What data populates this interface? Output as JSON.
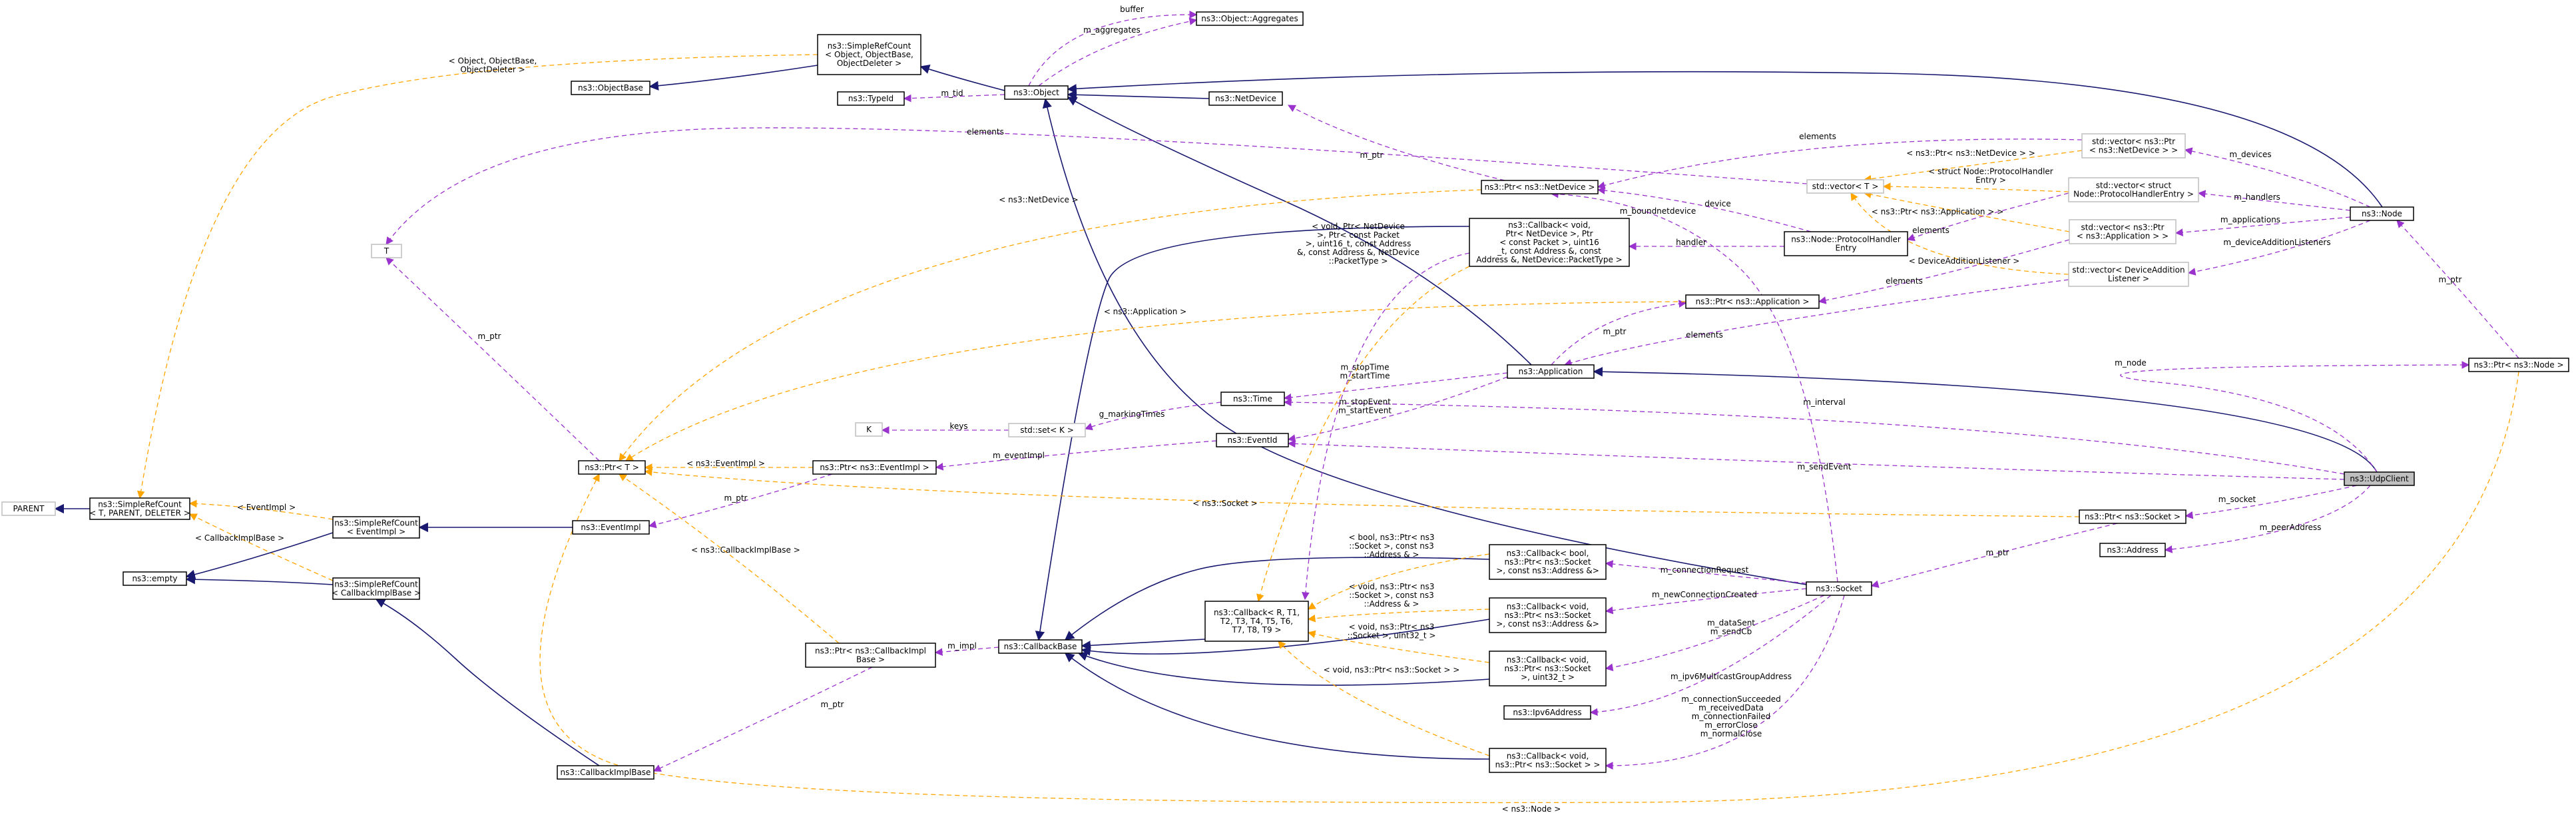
{
  "nodes": {
    "parent": "PARENT",
    "simplerefcount_tpd": "ns3::SimpleRefCount\n< T, PARENT, DELETER >",
    "empty": "ns3::empty",
    "srefcount_eventimpl": "ns3::SimpleRefCount\n< EventImpl >",
    "srefcount_cbimplbase": "ns3::SimpleRefCount\n< CallbackImplBase >",
    "callbackimplbase": "ns3::CallbackImplBase",
    "eventimpl": "ns3::EventImpl",
    "ptr_t": "ns3::Ptr< T >",
    "t": "T",
    "k": "K",
    "srefcount_object": "ns3::SimpleRefCount\n< Object, ObjectBase,\nObjectDeleter >",
    "objectbase": "ns3::ObjectBase",
    "object": "ns3::Object",
    "typeid": "ns3::TypeId",
    "aggregates": "ns3::Object::Aggregates",
    "netdevice": "ns3::NetDevice",
    "ptr_netdevice": "ns3::Ptr< ns3::NetDevice >",
    "cb_receive": "ns3::Callback< void,\nPtr< NetDevice >, Ptr\n< const Packet >, uint16\n_t, const Address &, const\nAddress &, NetDevice::PacketType >",
    "protocolhandlerentry": "ns3::Node::ProtocolHandler\nEntry",
    "vector_t": "std::vector< T >",
    "vec_ptr_netdevice": "std::vector< ns3::Ptr\n< ns3::NetDevice > >",
    "vec_protocolhandler": "std::vector< struct\nNode::ProtocolHandlerEntry >",
    "vec_ptr_application": "std::vector< ns3::Ptr\n< ns3::Application > >",
    "vec_devicelistener": "std::vector< DeviceAddition\nListener >",
    "node": "ns3::Node",
    "ptr_application": "ns3::Ptr< ns3::Application >",
    "application": "ns3::Application",
    "time": "ns3::Time",
    "set_k": "std::set< K >",
    "eventid": "ns3::EventId",
    "ptr_eventimpl": "ns3::Ptr< ns3::EventImpl >",
    "ptr_node": "ns3::Ptr< ns3::Node >",
    "udpclient": "ns3::UdpClient",
    "ptr_socket": "ns3::Ptr< ns3::Socket >",
    "address": "ns3::Address",
    "socket": "ns3::Socket",
    "cb_bool": "ns3::Callback< bool,\nns3::Ptr< ns3::Socket\n>, const ns3::Address &>",
    "cb_void_addr": "ns3::Callback< void,\nns3::Ptr< ns3::Socket\n>, const ns3::Address &>",
    "cb_void_uint": "ns3::Callback< void,\nns3::Ptr< ns3::Socket\n>, uint32_t >",
    "ipv6address": "ns3::Ipv6Address",
    "cb_void_socket": "ns3::Callback< void,\nns3::Ptr< ns3::Socket > >",
    "callback_tpl": "ns3::Callback< R, T1,\nT2, T3, T4, T5, T6,\nT7, T8, T9 >",
    "callbackbase": "ns3::CallbackBase",
    "ptr_cbimplbase": "ns3::Ptr< ns3::CallbackImpl\nBase >"
  },
  "edge_labels": {
    "buffer": "buffer",
    "m_aggregates": "m_aggregates",
    "m_tid": "m_tid",
    "object_tpl": "< Object, ObjectBase,\nObjectDeleter >",
    "elements_t": "elements",
    "m_ptr_netdevice": "m_ptr",
    "elements_vec_netdevice": "elements",
    "tpl_vec_netdevice": "< ns3::Ptr< ns3::NetDevice > >",
    "m_devices": "m_devices",
    "tpl_protocolhandler": "< struct Node::ProtocolHandler\nEntry >",
    "tpl_vec_application": "< ns3::Ptr< ns3::Application > >",
    "m_handlers": "m_handlers",
    "m_applications": "m_applications",
    "m_devicelisteners": "m_deviceAdditionListeners",
    "device": "device",
    "elements_handler": "elements",
    "handler": "handler",
    "tpl_devicelistener": "< DeviceAdditionListener >",
    "elements_app": "elements",
    "m_ptr_node": "m_ptr",
    "tpl_netdevice": "< ns3::NetDevice >",
    "m_ptr_t": "m_ptr",
    "m_boundnetdevice": "m_boundnetdevice",
    "tpl_cb_receive": "< void, Ptr< NetDevice\n>, Ptr< const Packet\n>, uint16_t, const Address\n&, const Address &, NetDevice\n::PacketType >",
    "tpl_application": "< ns3::Application >",
    "m_ptr_app": "m_ptr",
    "elements_app2": "elements",
    "m_node": "m_node",
    "m_stoptime": "m_stopTime\nm_startTime",
    "m_interval": "m_interval",
    "g_markingtimes": "g_markingTimes",
    "keys": "keys",
    "m_stopevent": "m_stopEvent\nm_startEvent",
    "m_sendevent": "m_sendEvent",
    "m_eventimpl": "m_eventImpl",
    "tpl_eventimpl": "< ns3::EventImpl >",
    "m_ptr_eventimpl": "m_ptr",
    "tpl_socket": "< ns3::Socket >",
    "m_socket": "m_socket",
    "m_peeraddress": "m_peerAddress",
    "m_ptr_socket": "m_ptr",
    "tpl_eventimpl2": "< EventImpl >",
    "tpl_cbimplbase": "< CallbackImplBase >",
    "tpl_cbimplbase2": "< ns3::CallbackImplBase >",
    "m_impl": "m_impl",
    "m_ptr_cbimpl": "m_ptr",
    "tpl_cb_bool": "< bool, ns3::Ptr< ns3\n::Socket >, const ns3\n::Address & >",
    "tpl_cb_void_addr": "< void, ns3::Ptr< ns3\n::Socket >, const ns3\n::Address & >",
    "tpl_cb_void_uint": "< void, ns3::Ptr< ns3\n::Socket >, uint32_t >",
    "tpl_cb_void_socket": "< void, ns3::Ptr< ns3::Socket > >",
    "m_connectionrequest": "m_connectionRequest",
    "m_newconnection": "m_newConnectionCreated",
    "m_datasent": "m_dataSent\nm_sendCb",
    "m_ipv6multicast": "m_ipv6MulticastGroupAddress",
    "m_connsucceeded": "m_connectionSucceeded\nm_receivedData\nm_connectionFailed\nm_errorClose\nm_normalClose",
    "tpl_node": "< ns3::Node >",
    "m_ptr_node2": "m_ptr"
  },
  "colors": {
    "inheritance": "#191970",
    "usage": "#9a32cd",
    "template": "#ffa500",
    "highlight": "#bfbfbf"
  }
}
